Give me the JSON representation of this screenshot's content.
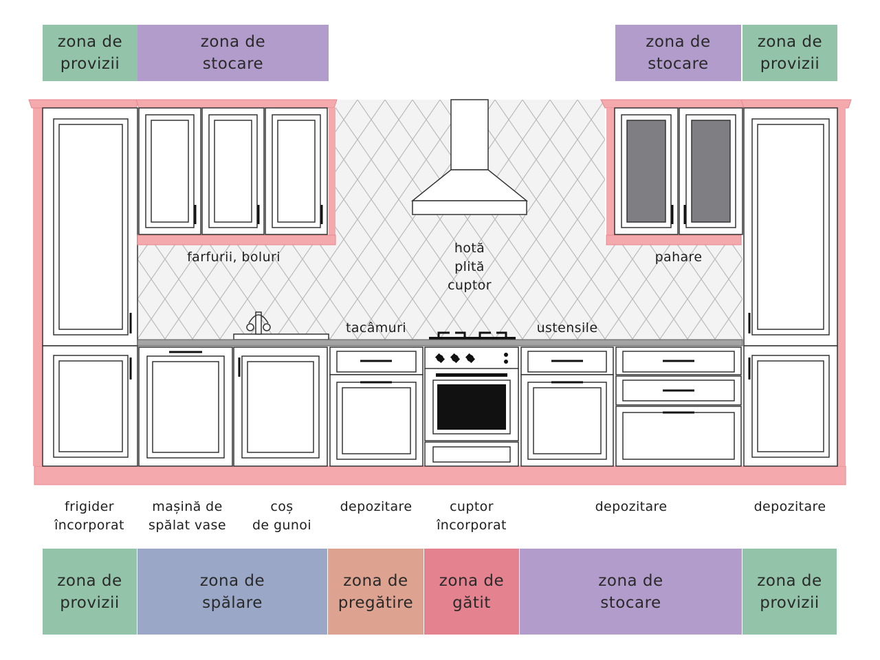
{
  "colors": {
    "provizii": "#93c4a9",
    "stocare": "#b19ccb",
    "spalare": "#9aa7c6",
    "pregatire": "#dda290",
    "gatit": "#e48290",
    "frame": "#f4a9ad",
    "frame_dark": "#e8868d",
    "tile_line": "#b9b9b9",
    "glass": "#7f7f83"
  },
  "zones_top": {
    "left_provizii": "zona de\nprovizii",
    "left_stocare": "zona de\nstocare",
    "right_stocare": "zona de\nstocare",
    "right_provizii": "zona de\nprovizii"
  },
  "labels": {
    "plates": "farfurii, boluri",
    "hood": "hotă\nplită\ncuptor",
    "glasses": "pahare",
    "cutlery": "tacâmuri",
    "utensils": "ustensile",
    "fridge": "frigider\nîncorporat",
    "dishwasher": "mașină de\nspălat vase",
    "bin": "coș\nde gunoi",
    "storage1": "depozitare",
    "oven": "cuptor\nîncorporat",
    "storage2": "depozitare",
    "storage3": "depozitare"
  },
  "zones_bottom": {
    "provizii_left": "zona de\nprovizii",
    "spalare": "zona de\nspălare",
    "pregatire": "zona de\npregătire",
    "gatit": "zona de\ngătit",
    "stocare": "zona de\nstocare",
    "provizii_right": "zona de\nprovizii"
  }
}
